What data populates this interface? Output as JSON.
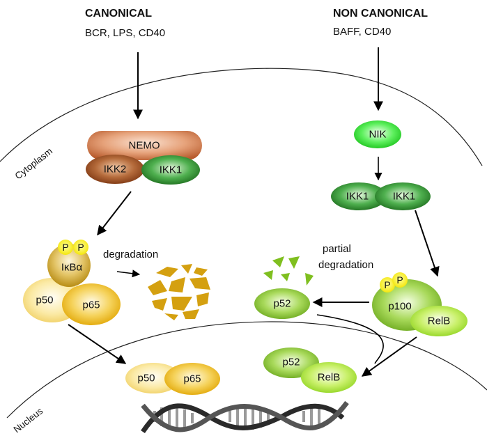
{
  "canonical": {
    "title": "CANONICAL",
    "stimuli": "BCR, LPS, CD40",
    "nemo": "NEMO",
    "ikk2": "IKK2",
    "ikk1": "IKK1",
    "phospho_a": "P",
    "phospho_b": "P",
    "ikba": "IκBα",
    "degradation": "degradation",
    "p50": "p50",
    "p65": "p65",
    "nuclear_p50": "p50",
    "nuclear_p65": "p65"
  },
  "noncanonical": {
    "title": "NON CANONICAL",
    "stimuli": "BAFF, CD40",
    "nik": "NIK",
    "ikk1_a": "IKK1",
    "ikk1_b": "IKK1",
    "partial_line1": "partial",
    "partial_line2": "degradation",
    "phospho_a": "P",
    "phospho_b": "P",
    "p100": "p100",
    "relb": "RelB",
    "p52": "p52",
    "nuclear_p52": "p52",
    "nuclear_relb": "RelB"
  },
  "compartments": {
    "cytoplasm": "Cytoplasm",
    "nucleus": "Nucleus"
  },
  "colors": {
    "orange": "#e0916a",
    "brown": "#9a4a1e",
    "dark_green": "#2a8a2a",
    "bright_green": "#33dd33",
    "yellow": "#f0c020",
    "lime": "#8fcc2a",
    "fragment_gold": "#d4a010",
    "fragment_green": "#7fbf1f"
  }
}
